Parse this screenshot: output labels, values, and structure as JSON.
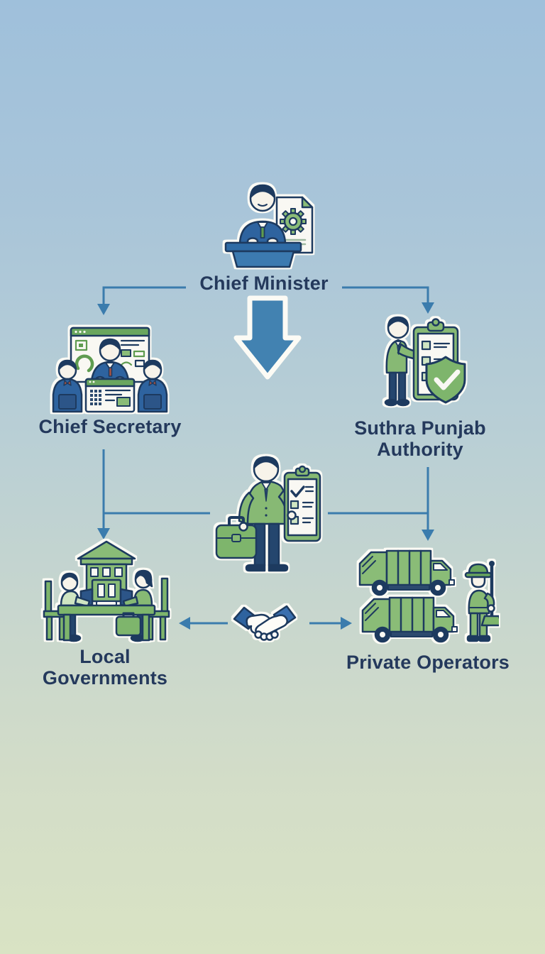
{
  "diagram": {
    "type": "org-flow-infographic",
    "nodes": {
      "chief_minister": {
        "label": "Chief Minister",
        "icon": "minister-podium-document-icon"
      },
      "chief_secretary": {
        "label": "Chief Secretary",
        "icon": "officials-monitoring-dashboards-icon"
      },
      "suthra_punjab_authority": {
        "label_line1": "Suthra Punjab",
        "label_line2": "Authority",
        "icon": "inspector-clipboard-shield-icon"
      },
      "coordinator": {
        "icon": "officer-briefcase-checklist-icon"
      },
      "local_governments": {
        "label_line1": "Local",
        "label_line2": "Governments",
        "icon": "officials-meeting-municipal-building-icon"
      },
      "private_operators": {
        "label": "Private Operators",
        "icon": "garbage-trucks-sanitation-worker-icon"
      },
      "partnership": {
        "icon": "handshake-icon"
      }
    },
    "edges": [
      {
        "from": "chief_minister",
        "to": "chief_secretary",
        "style": "elbow-arrow"
      },
      {
        "from": "chief_minister",
        "to": "suthra_punjab_authority",
        "style": "elbow-arrow"
      },
      {
        "from": "chief_minister",
        "to": "coordinator",
        "style": "big-block-arrow"
      },
      {
        "from": "chief_secretary",
        "to": "local_governments",
        "style": "arrow"
      },
      {
        "from": "coordinator",
        "to": "chief_secretary_line",
        "style": "tee-line"
      },
      {
        "from": "coordinator",
        "to": "suthra_punjab_authority_line",
        "style": "tee-line"
      },
      {
        "from": "suthra_punjab_authority",
        "to": "private_operators",
        "style": "arrow"
      },
      {
        "from": "partnership",
        "to": "local_governments",
        "style": "arrow"
      },
      {
        "from": "partnership",
        "to": "private_operators",
        "style": "arrow"
      }
    ],
    "colors": {
      "background_top": "#9fc0db",
      "background_bottom": "#d9e3c4",
      "connector_blue": "#3b7cad",
      "block_arrow_blue": "#4282b1",
      "label_navy": "#24395c",
      "outline_navy": "#1d3a5f",
      "icon_green": "#87b974",
      "icon_green_dark": "#6aa65e",
      "suit_blue": "#2e639f",
      "paper_white": "#f9f8f3",
      "sticker_halo": "#fcfbf5"
    }
  }
}
